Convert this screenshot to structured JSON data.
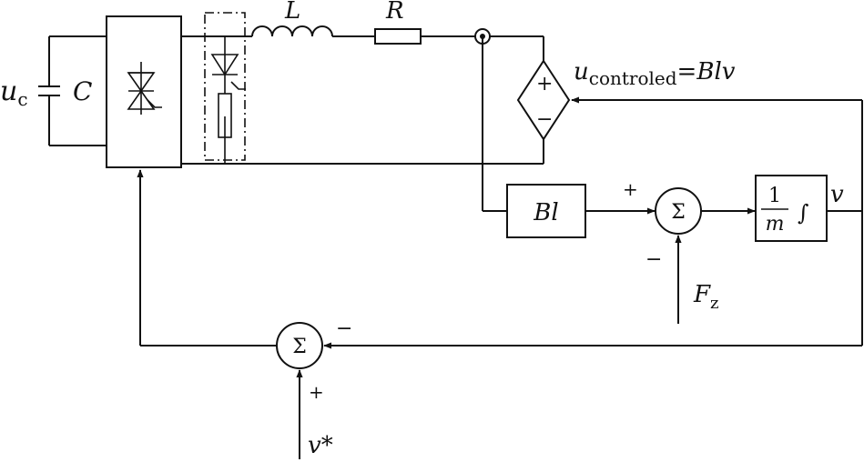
{
  "labels": {
    "uc_main": "u",
    "uc_sub": "c",
    "capacitor": "C",
    "inductor": "L",
    "resistor": "R",
    "source_plus": "+",
    "source_minus": "−",
    "u_main": "u",
    "u_sub": "controled",
    "u_eq": "=Blv",
    "bl_block": "Bl",
    "sum_symbol": "Σ",
    "sum1_plus": "+",
    "sum1_minus": "−",
    "int_num": "1",
    "int_den": "m",
    "int_sign": "∫",
    "v_out": "v",
    "fz_main": "F",
    "fz_sub": "z",
    "sum2_minus": "−",
    "sum2_plus": "+",
    "vstar": "v*"
  }
}
